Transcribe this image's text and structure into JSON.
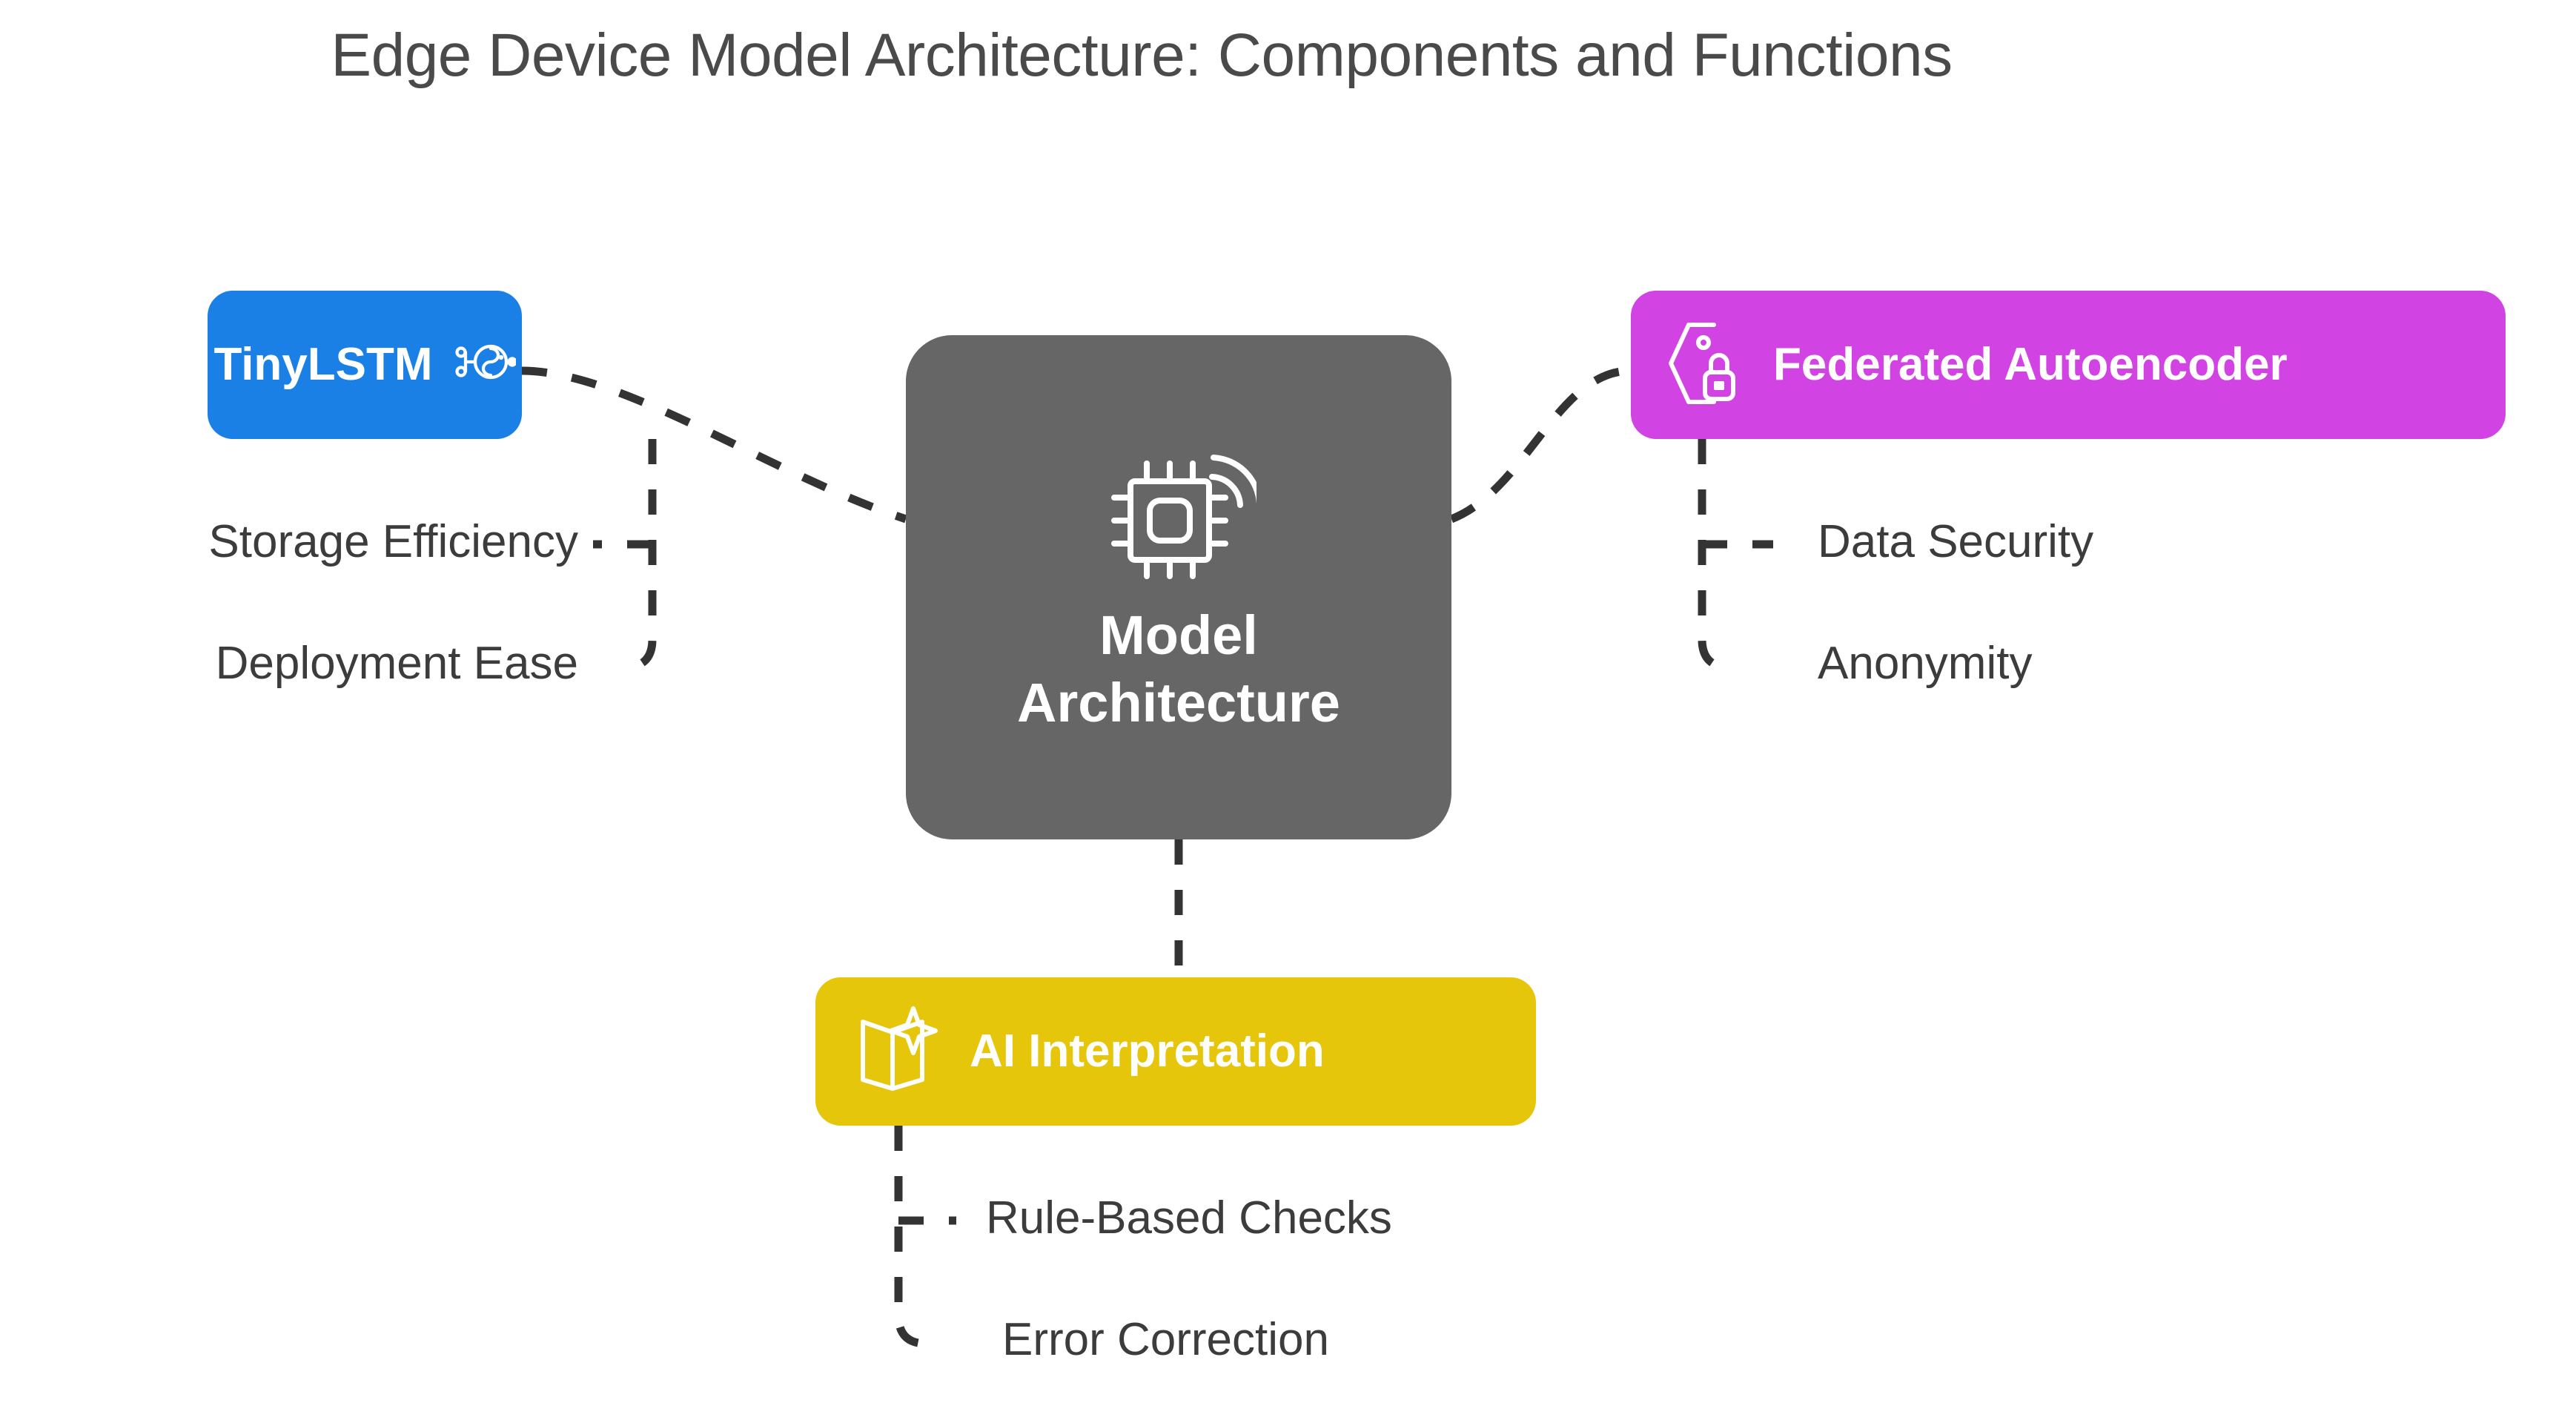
{
  "title": "Edge Device Model Architecture: Components and Functions",
  "colors": {
    "background": "#ffffff",
    "title_text": "#4a4a4a",
    "leaf_text": "#3c3c3c",
    "connector": "#333333",
    "tinylstm": "#1a80e5",
    "center": "#666666",
    "federated": "#d243e3",
    "ai_interpretation": "#e6c60a",
    "node_text": "#ffffff"
  },
  "diagram": {
    "type": "mind-map",
    "center": {
      "label": "Model\nArchitecture",
      "icon": "cpu-chip-wireless-icon",
      "color": "#666666"
    },
    "branches": [
      {
        "id": "tinylstm",
        "label": "TinyLSTM",
        "icon": "neural-network-icon",
        "icon_position": "right",
        "color": "#1a80e5",
        "side": "left",
        "children": [
          {
            "label": "Storage Efficiency"
          },
          {
            "label": "Deployment Ease"
          }
        ]
      },
      {
        "id": "federated-autoencoder",
        "label": "Federated Autoencoder",
        "icon": "tag-lock-icon",
        "icon_position": "left",
        "color": "#d243e3",
        "side": "right",
        "children": [
          {
            "label": "Data Security"
          },
          {
            "label": "Anonymity"
          }
        ]
      },
      {
        "id": "ai-interpretation",
        "label": "AI Interpretation",
        "icon": "open-book-sparkle-icon",
        "icon_position": "left",
        "color": "#e6c60a",
        "side": "bottom",
        "children": [
          {
            "label": "Rule-Based Checks"
          },
          {
            "label": "Error Correction"
          }
        ]
      }
    ]
  }
}
